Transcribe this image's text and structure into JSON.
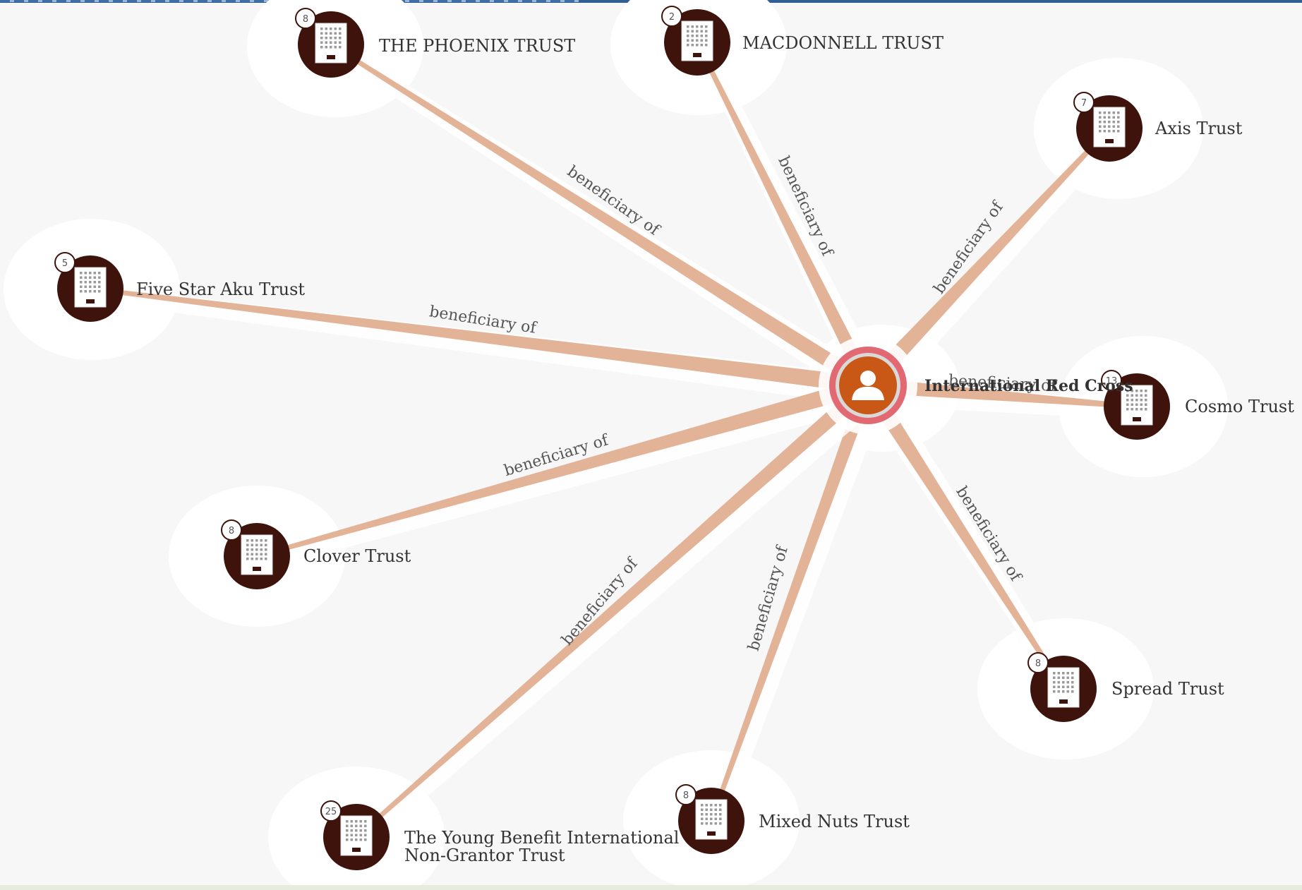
{
  "colors": {
    "background": "#f7f7f7",
    "halo": "#ffffff",
    "edge": "#e3b397",
    "trust_node": "#3d130b",
    "center_fill": "#c95817",
    "center_ring": "#e26872"
  },
  "center_node": {
    "label": "International Red Cross",
    "icon": "person-icon"
  },
  "edge_label": "beneficiary of",
  "trusts": [
    {
      "id": "phoenix",
      "label_lines": [
        "THE PHOENIX TRUST"
      ],
      "badge": "8",
      "icon": "building-icon"
    },
    {
      "id": "macdonnell",
      "label_lines": [
        "MACDONNELL TRUST"
      ],
      "badge": "2",
      "icon": "building-icon"
    },
    {
      "id": "axis",
      "label_lines": [
        "Axis Trust"
      ],
      "badge": "7",
      "icon": "building-icon"
    },
    {
      "id": "five-star-aku",
      "label_lines": [
        "Five Star Aku Trust"
      ],
      "badge": "5",
      "icon": "building-icon"
    },
    {
      "id": "cosmo",
      "label_lines": [
        "Cosmo Trust"
      ],
      "badge": "13",
      "icon": "building-icon"
    },
    {
      "id": "clover",
      "label_lines": [
        "Clover Trust"
      ],
      "badge": "8",
      "icon": "building-icon"
    },
    {
      "id": "spread",
      "label_lines": [
        "Spread Trust"
      ],
      "badge": "8",
      "icon": "building-icon"
    },
    {
      "id": "mixed-nuts",
      "label_lines": [
        "Mixed Nuts Trust"
      ],
      "badge": "8",
      "icon": "building-icon"
    },
    {
      "id": "young-benefit",
      "label_lines": [
        "The Young Benefit International",
        "Non-Grantor Trust"
      ],
      "badge": "25",
      "icon": "building-icon"
    }
  ]
}
